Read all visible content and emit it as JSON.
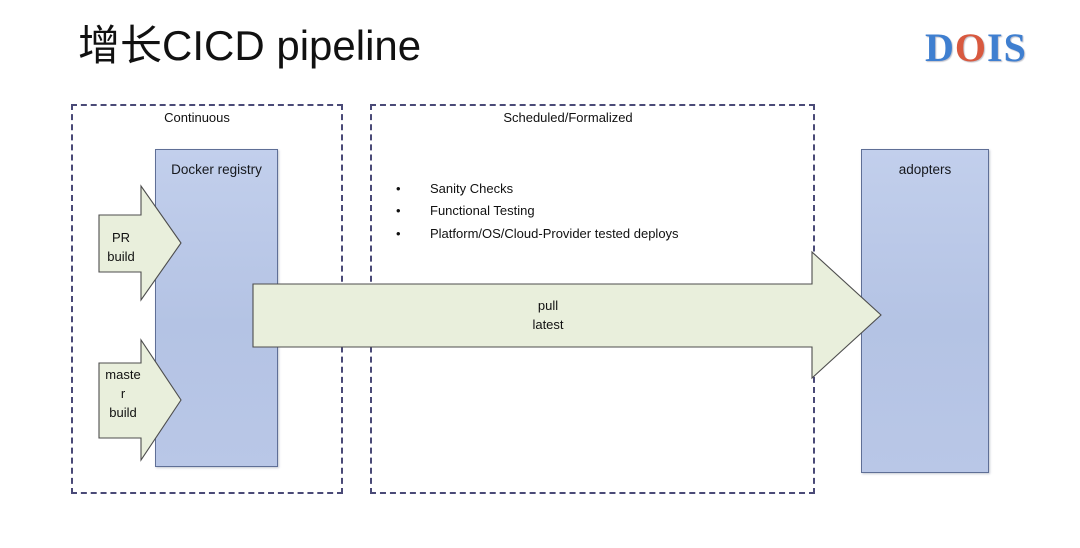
{
  "slide": {
    "title": "增长CICD pipeline",
    "background_color": "#ffffff"
  },
  "logo": {
    "name": "dois-logo",
    "letters": [
      {
        "char": "D",
        "color": "#3f7fd0"
      },
      {
        "char": "O",
        "color": "#d8593f"
      },
      {
        "char": "I",
        "color": "#3f7fd0"
      },
      {
        "char": "S",
        "color": "#3f7fd0"
      }
    ]
  },
  "phases": [
    {
      "id": "continuous",
      "label": "Continuous",
      "border_color": "#4a4a77"
    },
    {
      "id": "scheduled",
      "label": "Scheduled/Formalized",
      "border_color": "#4a4a77"
    }
  ],
  "boxes": {
    "docker_registry": {
      "label": "Docker registry",
      "fill": "#b8c6e8"
    },
    "adopters": {
      "label": "adopters",
      "fill": "#b8c6e8"
    }
  },
  "arrows": {
    "pr_build": {
      "label": "PR\nbuild",
      "fill": "#e9efdc"
    },
    "master_build": {
      "label": "maste\nr\nbuild",
      "fill": "#e9efdc"
    },
    "pull_latest": {
      "label": "pull\nlatest",
      "fill": "#e9efdc"
    }
  },
  "bullets": {
    "marker": "•",
    "items": [
      "Sanity Checks",
      "Functional  Testing",
      "Platform/OS/Cloud-Provider  tested deploys"
    ]
  }
}
